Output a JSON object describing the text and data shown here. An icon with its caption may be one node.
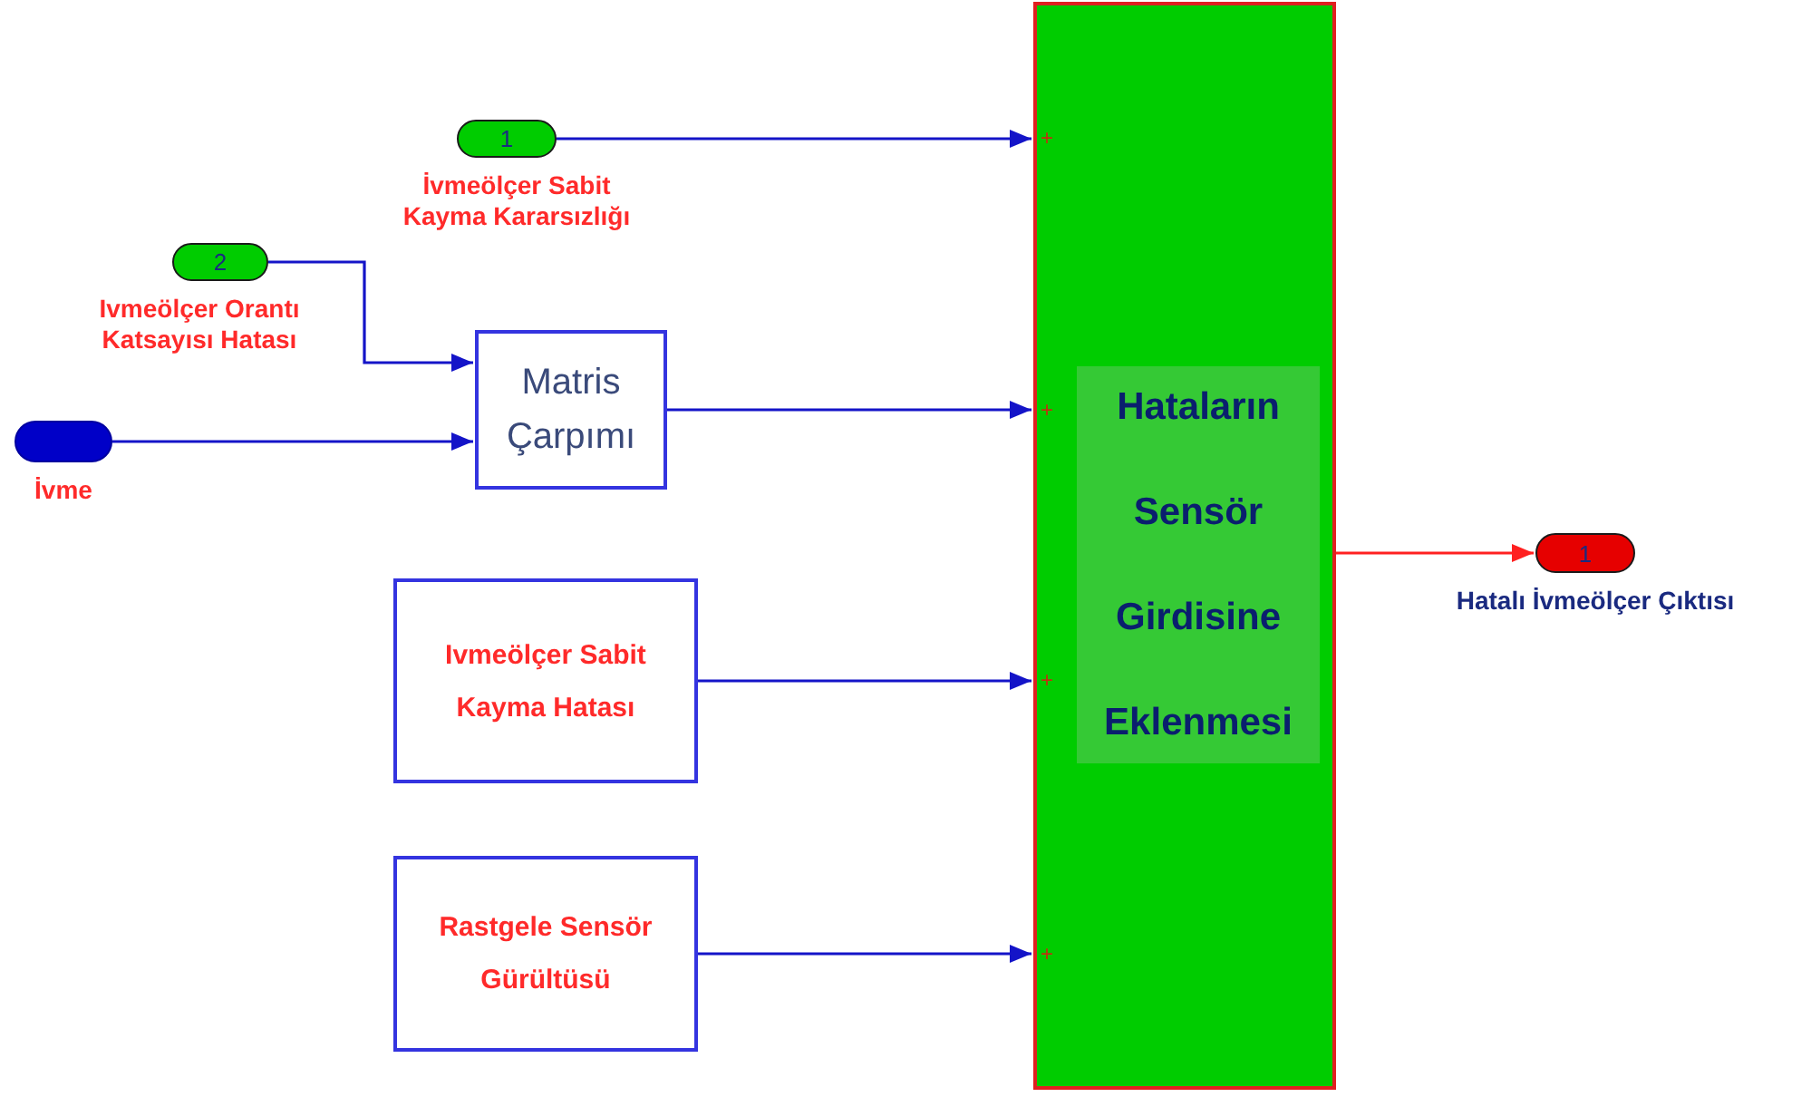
{
  "diagram": {
    "nodes": [
      {
        "text": [
          "1"
        ],
        "beside": [
          "İvmeölçer Sabit Kayma Kararsızlığı"
        ]
      },
      {
        "text": [
          "2"
        ],
        "beside": [
          "Ivmeölçer Orantı Katsayısı Hatası"
        ]
      },
      {
        "text": [],
        "shape": "box",
        "beside": [
          "İvme"
        ]
      },
      {
        "text": [
          "Matris Çarpımı"
        ]
      },
      {
        "text": [
          "Ivmeölçer Sabit Kayma Hatası"
        ]
      },
      {
        "text": [
          "Rastgele Sensör Gürültüsü"
        ]
      },
      {
        "text": [
          "Hataların Sensör Girdisine Eklenmesi"
        ]
      },
      {
        "text": [
          "1"
        ],
        "beside": [
          "Hatalı İvmeölçer Çıktısı"
        ]
      }
    ],
    "edges": [
      {
        "from": 0,
        "to": 6,
        "arrow": "to"
      },
      {
        "from": 1,
        "to": 3,
        "arrow": "to"
      },
      {
        "from": 2,
        "to": 3,
        "arrow": "to"
      },
      {
        "from": 3,
        "to": 6,
        "arrow": "to"
      },
      {
        "from": 4,
        "to": 6,
        "arrow": "to"
      },
      {
        "from": 5,
        "to": 6,
        "arrow": "to"
      },
      {
        "from": 6,
        "to": 7,
        "arrow": "to",
        "color": "#ff2020"
      }
    ],
    "labels": [
      "+",
      "+",
      "+",
      "+"
    ]
  }
}
